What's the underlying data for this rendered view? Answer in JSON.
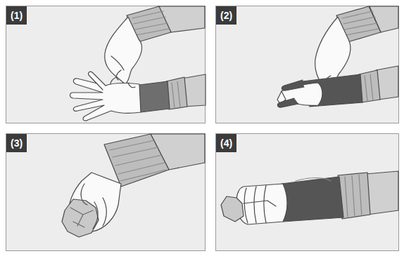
{
  "diagram": {
    "nodes": [
      {
        "text": [
          "(1)"
        ]
      },
      {
        "text": [
          "(2)"
        ]
      },
      {
        "text": [
          "(3)"
        ]
      },
      {
        "text": [
          "(4)"
        ]
      }
    ]
  }
}
